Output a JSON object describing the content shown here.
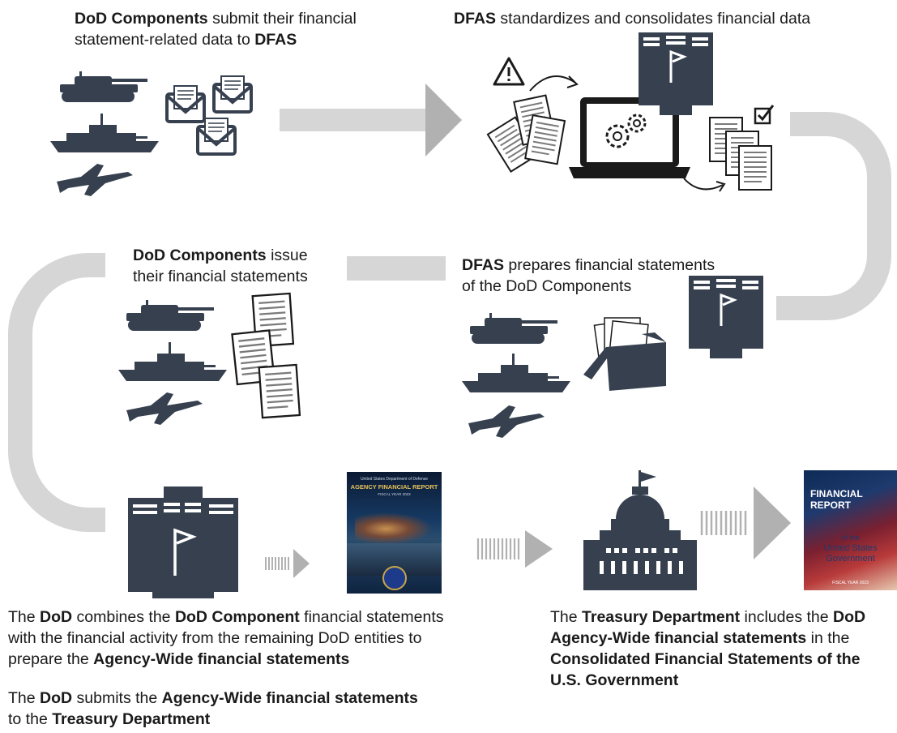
{
  "steps": {
    "step1": {
      "b1": "DoD Components",
      "t1": " submit their financial",
      "t2": "statement-related data to ",
      "b2": "DFAS"
    },
    "step2": {
      "b1": "DFAS",
      "t1": " standardizes and consolidates financial data"
    },
    "step3": {
      "b1": "DFAS",
      "t1": " prepares financial statements",
      "t2": "of the DoD Components"
    },
    "step4": {
      "b1": "DoD Components",
      "t1": " issue",
      "t2": "their financial statements"
    },
    "step5": {
      "p1": {
        "a": "The ",
        "b1": "DoD",
        "c": " combines the ",
        "b2": "DoD Component",
        "d": " financial statements",
        "e": "with the financial activity from the remaining DoD entities to",
        "f": "prepare the ",
        "b3": "Agency-Wide financial statements"
      },
      "p2": {
        "a": "The ",
        "b1": "DoD",
        "c": " submits the ",
        "b2": "Agency-Wide financial statements",
        "d": "to the ",
        "b3": "Treasury Department"
      }
    },
    "step6": {
      "a": "The ",
      "b1": "Treasury Department",
      "c": " includes the ",
      "b2": "DoD",
      "b3": "Agency-Wide financial statements",
      "d": " in the",
      "b4": "Consolidated Financial Statements of the",
      "b5": "U.S. Government"
    }
  },
  "covers": {
    "afr": {
      "line1": "United States Department of Defense",
      "line2": "AGENCY FINANCIAL REPORT",
      "line3": "FISCAL YEAR 2023"
    },
    "frusg": {
      "line1": "FINANCIAL",
      "line2": "REPORT",
      "line3": "of the",
      "line4": "United States",
      "line5": "Government",
      "line6": "FISCAL YEAR 2023"
    }
  },
  "icons": [
    "tank-icon",
    "ship-icon",
    "jet-icon",
    "envelope-icon",
    "warning-icon",
    "laptop-gear-icon",
    "server-icon",
    "document-icon",
    "checkbox-icon",
    "box-icon",
    "pentagon-building-icon",
    "capitol-icon"
  ],
  "colors": {
    "ink": "#36404f",
    "flow": "#d6d6d6",
    "arrow": "#b1b1b1"
  }
}
